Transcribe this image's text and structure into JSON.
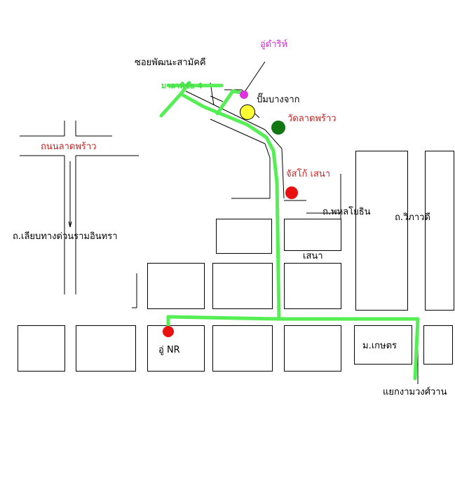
{
  "labels": {
    "soi_phatthana": "ซอยพัฒนะสามัคคี",
    "u_dari": "อู่ดำริห์",
    "mittraphan_4": "มาลาพิชัย 4",
    "pump_bangchak": "ปั๊มบางจาก",
    "wat_lat_phrao": "วัดลาดพร้าว",
    "lat_phrao_road": "ถนนลาดพร้าว",
    "jasco_sena": "จัสโก้ เสนา",
    "phahonyothin": "ถ.พหลโยธิน",
    "viphavadi": "ถ.วิภาวดี",
    "expressway": "ถ.เลียบทางด่วนรามอินทรา",
    "sena": "เสนา",
    "u_nr": "อู่ NR",
    "kasetsart": "ม.เกษตร",
    "ngam_wong_wan": "แยกงามวงศ์วาน"
  },
  "colors": {
    "route": "#55ee55",
    "red_marker": "#e81010",
    "green_marker": "#117711",
    "yellow_marker": "#ffff33",
    "magenta_marker": "#dd33dd",
    "red_text": "#cc2222",
    "magenta_text": "#cc33cc"
  },
  "icons": {
    "gas_station": "yellow-circle-icon",
    "temple": "green-circle-icon",
    "jasco": "red-circle-icon",
    "nr_garage": "red-circle-icon",
    "dari_garage": "magenta-circle-icon"
  }
}
